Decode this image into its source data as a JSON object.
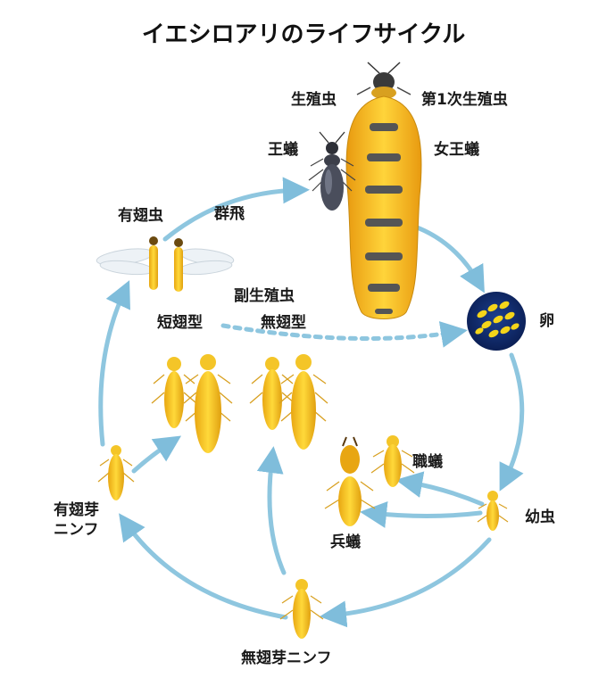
{
  "title": "イエシロアリのライフサイクル",
  "labels": {
    "reproductive": "生殖虫",
    "primary_reproductive": "第1次生殖虫",
    "king": "王蟻",
    "queen": "女王蟻",
    "alate": "有翅虫",
    "swarming": "群飛",
    "secondary_reproductive": "副生殖虫",
    "brachypterous": "短翅型",
    "apterous": "無翅型",
    "egg": "卵",
    "worker": "職蟻",
    "larva": "幼虫",
    "soldier": "兵蟻",
    "wing_pad_nymph_line1": "有翅芽",
    "wing_pad_nymph_line2": "ニンフ",
    "wingless_nymph": "無翅芽ニンフ"
  },
  "colors": {
    "arrow": "#8ec6df",
    "insect_yellow": "#f3c21a",
    "insect_dark_yellow": "#d99a0c",
    "queen_band": "#555555",
    "egg_bg": "#0f2a6b",
    "egg_yellow": "#f4d51a",
    "king_body": "#3c3f4a"
  }
}
